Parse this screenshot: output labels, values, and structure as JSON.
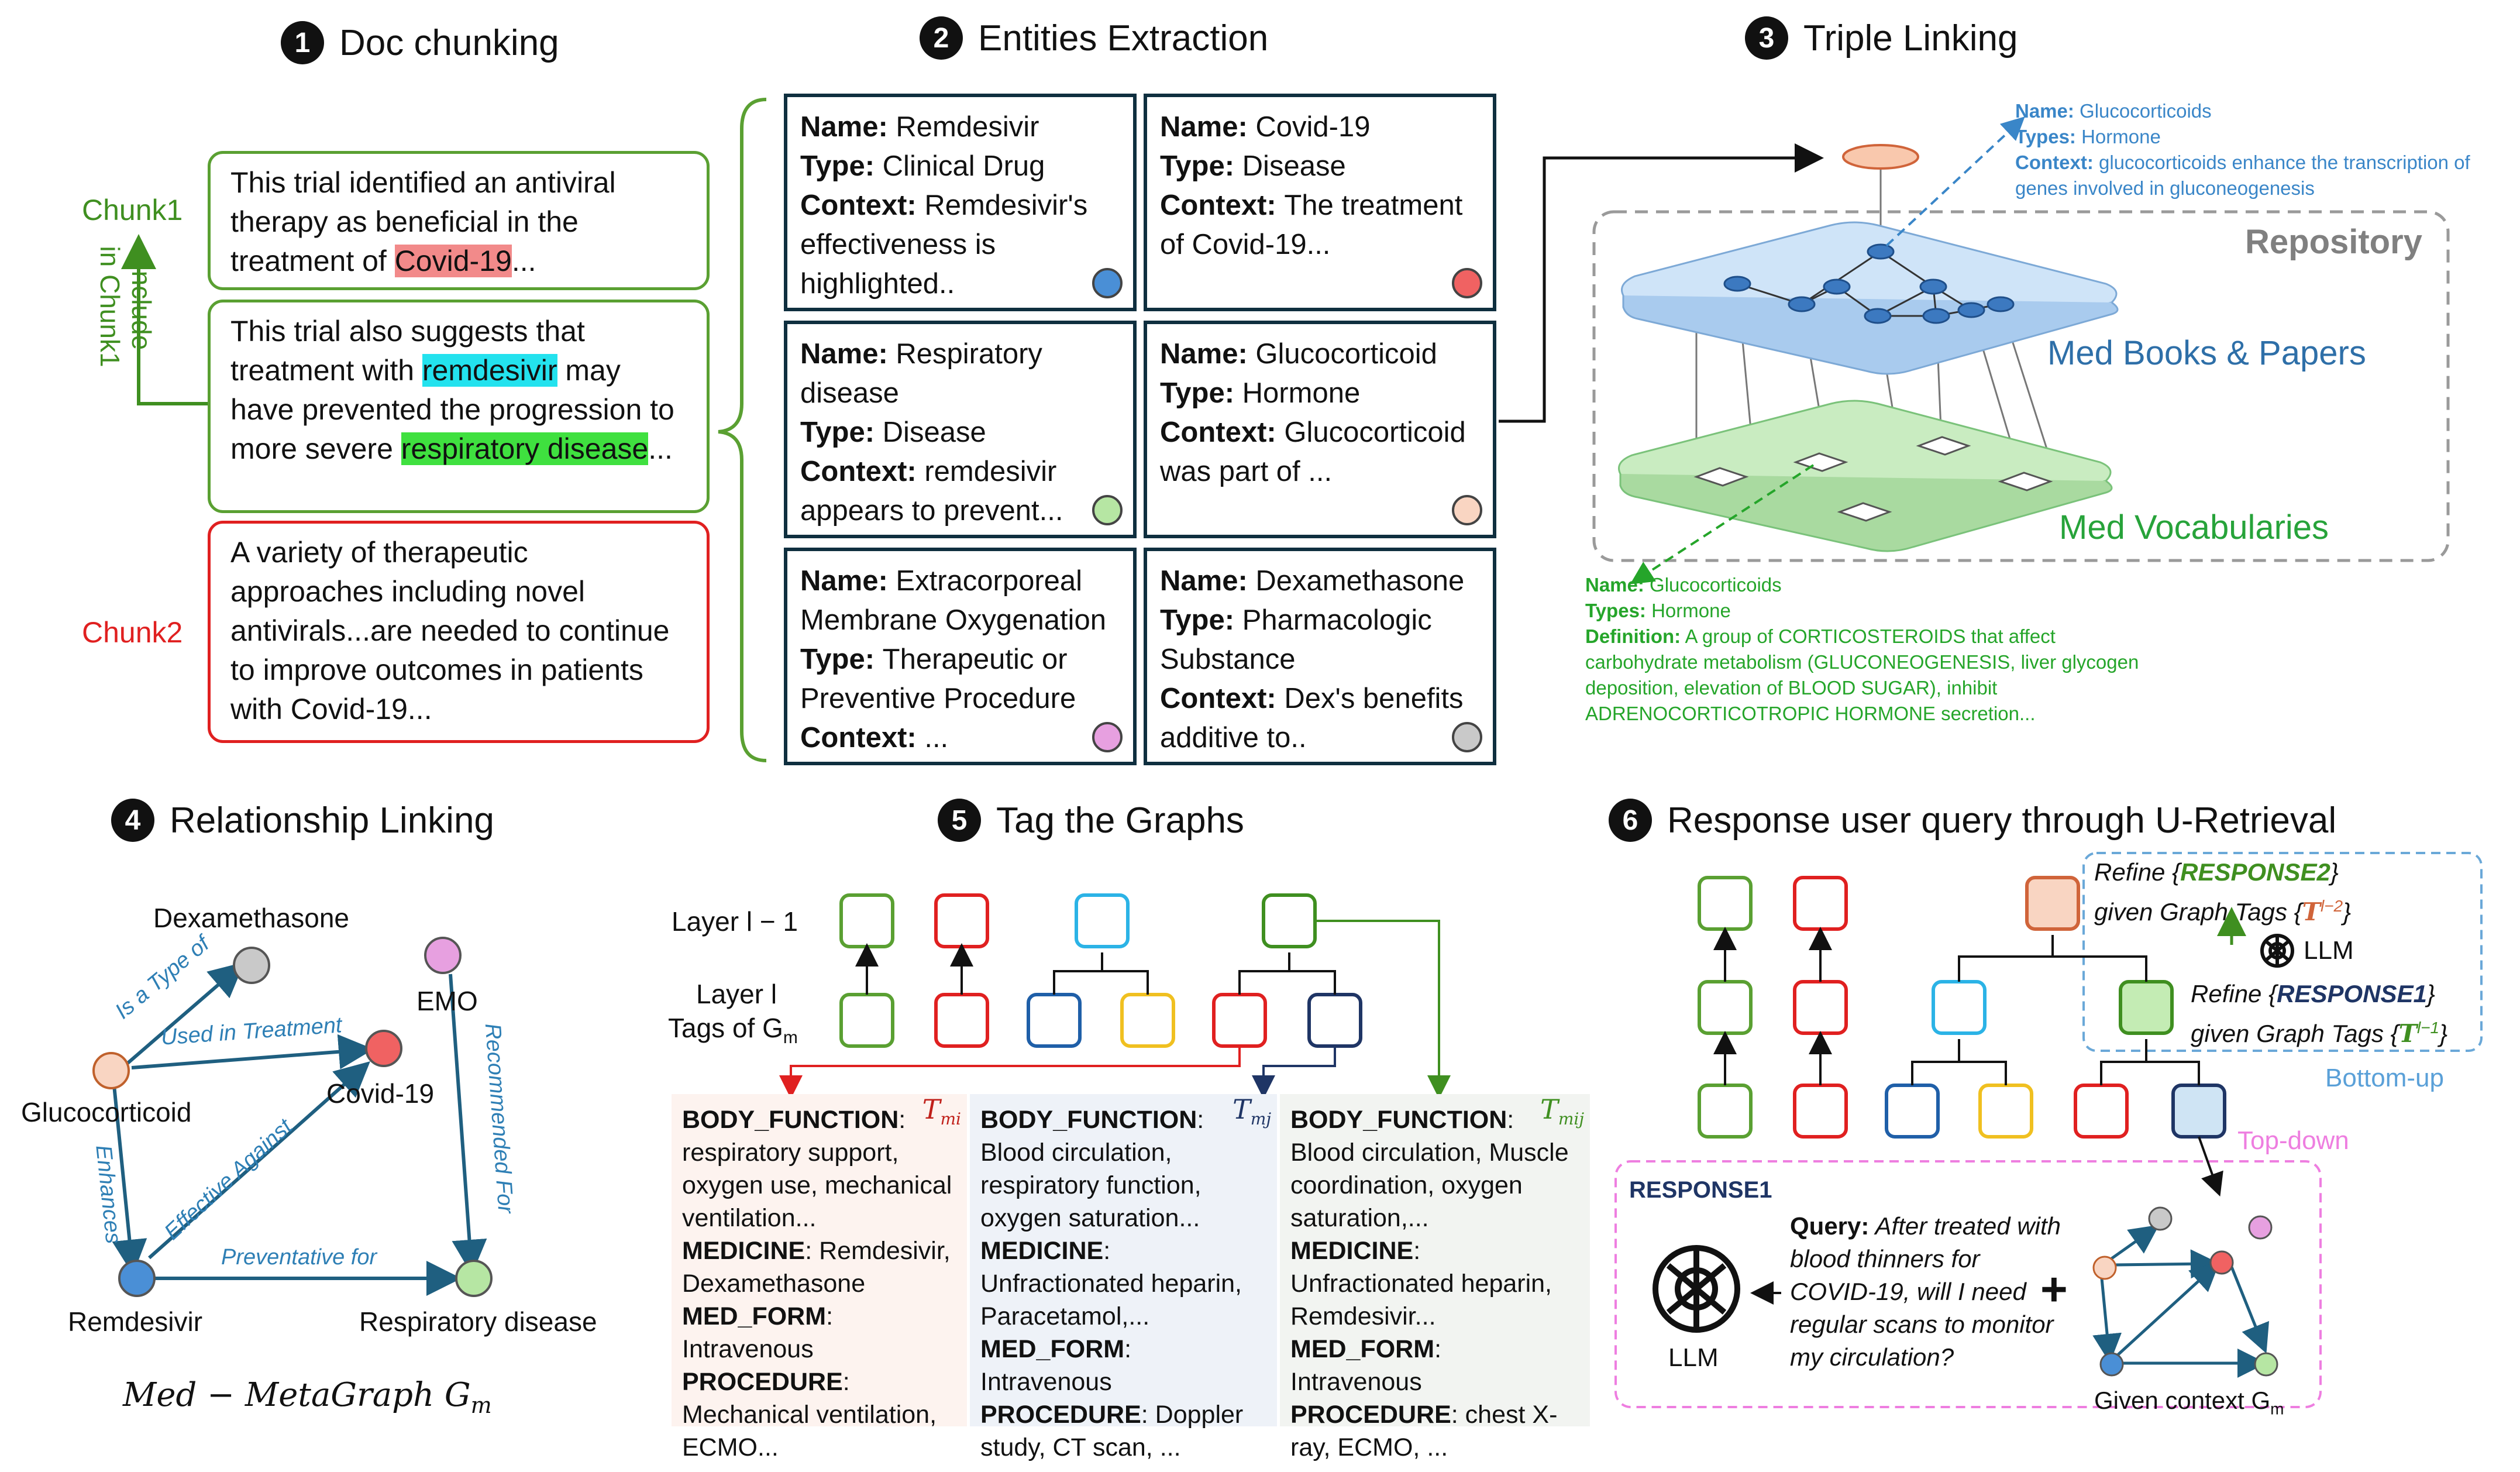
{
  "section1": {
    "num": "1",
    "title": "Doc chunking",
    "chunk1_label": "Chunk1",
    "include_label_line1": "Include",
    "include_label_line2": "in Chunk1",
    "chunk2_label": "Chunk2",
    "box1": {
      "pre": "This trial identified an antiviral therapy as beneficial in the treatment of ",
      "hl": "Covid-19",
      "post": "..."
    },
    "box2": {
      "pre": "This trial also suggests that treatment with ",
      "hl1": "remdesivir",
      "mid": " may have prevented the progression to more severe ",
      "hl2": "respiratory disease",
      "post": "..."
    },
    "box3": {
      "text": "A variety of therapeutic approaches including novel antivirals...are needed to continue to improve outcomes in patients with Covid-19..."
    }
  },
  "section2": {
    "num": "2",
    "title": "Entities Extraction",
    "labels": {
      "name": "Name",
      "type": "Type",
      "context": "Context"
    },
    "entities": [
      {
        "name": "Remdesivir",
        "type": "Clinical Drug",
        "context": "Remdesivir's effectiveness is highlighted..",
        "color": "#4a8fd6"
      },
      {
        "name": "Covid-19",
        "type": "Disease",
        "context": "The treatment of Covid-19...",
        "color": "#f06262"
      },
      {
        "name": "Respiratory disease",
        "type": "Disease",
        "context": "remdesivir appears to prevent...",
        "color": "#b6e6a3"
      },
      {
        "name": "Glucocorticoid",
        "type": "Hormone",
        "context": "Glucocorticoid was part of ...",
        "color": "#f9d5c2"
      },
      {
        "name": "Extracorporeal Membrane Oxygenation",
        "type": "Therapeutic or Preventive Procedure",
        "context": "...",
        "color": "#e7a0e0"
      },
      {
        "name": "Dexamethasone",
        "type": "Pharmacologic Substance",
        "context": "Dex's benefits additive to..",
        "color": "#c9c9c9"
      }
    ]
  },
  "section3": {
    "num": "3",
    "title": "Triple Linking",
    "repository": "Repository",
    "books": "Med Books & Papers",
    "vocab": "Med Vocabularies",
    "top_info": {
      "name_label": "Name:",
      "name": "Glucocorticoids",
      "types_label": "Types:",
      "types": "Hormone",
      "context_label": "Context:",
      "context": "glucocorticoids enhance the transcription of genes involved in gluconeogenesis"
    },
    "bottom_info": {
      "name_label": "Name:",
      "name": "Glucocorticoids",
      "types_label": "Types:",
      "types": "Hormone",
      "def_label": "Definition:",
      "definition": "A group of CORTICOSTEROIDS that affect carbohydrate metabolism (GLUCONEOGENESIS, liver glycogen deposition, elevation of BLOOD SUGAR), inhibit ADRENOCORTICOTROPIC HORMONE secretion..."
    }
  },
  "section4": {
    "num": "4",
    "title": "Relationship Linking",
    "nodes": {
      "dex": "Dexamethasone",
      "emo": "EMO",
      "gluco": "Glucocorticoid",
      "covid": "Covid-19",
      "remde": "Remdesivir",
      "resp": "Respiratory disease"
    },
    "edges": {
      "is_type": "Is a Type of",
      "used": "Used in Treatment",
      "recommended": "Recommended For",
      "enhances": "Enhances",
      "effective": "Effective Against",
      "preventative": "Preventative for"
    },
    "caption": "Med − MetaGraph G",
    "caption_sub": "m"
  },
  "section5": {
    "num": "5",
    "title": "Tag the Graphs",
    "layer_prev": "Layer l − 1",
    "layer_cur": "Layer l",
    "tags_of": "Tags of G",
    "cols": [
      {
        "tag": "T",
        "sub": "mi",
        "lines": [
          [
            "BODY_FUNCTION",
            ": "
          ],
          [
            "",
            "respiratory support, oxygen use, mechanical ventilation..."
          ],
          [
            "MEDICINE",
            ": Remdesivir, Dexamethasone"
          ],
          [
            "MED_FORM",
            ": Intravenous"
          ],
          [
            "PROCEDURE",
            ":"
          ],
          [
            "",
            "Mechanical ventilation, ECMO..."
          ]
        ]
      },
      {
        "tag": "T",
        "sub": "mj",
        "lines": [
          [
            "BODY_FUNCTION",
            ":"
          ],
          [
            "",
            "Blood circulation, respiratory function, oxygen saturation..."
          ],
          [
            "MEDICINE",
            ":"
          ],
          [
            "",
            "Unfractionated heparin, Paracetamol,..."
          ],
          [
            "MED_FORM",
            ": Intravenous"
          ],
          [
            "PROCEDURE",
            ": Doppler study, CT scan, ..."
          ]
        ]
      },
      {
        "tag": "T",
        "sub": "mij",
        "lines": [
          [
            "BODY_FUNCTION",
            ":"
          ],
          [
            "",
            "Blood circulation, Muscle coordination, oxygen saturation,..."
          ],
          [
            "MEDICINE",
            ":"
          ],
          [
            "",
            "Unfractionated heparin, Remdesivir..."
          ],
          [
            "MED_FORM",
            ": Intravenous"
          ],
          [
            "PROCEDURE",
            ": chest X-ray, ECMO, ..."
          ]
        ]
      }
    ]
  },
  "section6": {
    "num": "6",
    "title": "Response user query through U-Retrieval",
    "refine2_a": "Refine {",
    "refine2_b": "RESPONSE2",
    "refine2_c": "}",
    "given2": "given Graph Tags {",
    "tl2": "T",
    "tl2_sup": "l−2",
    "close": "}",
    "llm": "LLM",
    "refine1_a": "Refine {",
    "refine1_b": "RESPONSE1",
    "refine1_c": "}",
    "given1": "given Graph Tags {",
    "tl1": "T",
    "tl1_sup": "l−1",
    "bottom_up": "Bottom-up",
    "top_down": "Top-down",
    "response1": "RESPONSE1",
    "llm2": "LLM",
    "query_label": "Query:",
    "query": "After treated with blood thinners for COVID-19, will I need regular scans to monitor my circulation?",
    "plus": "+",
    "given_ctx": "Given context G",
    "given_ctx_sub": "m"
  }
}
